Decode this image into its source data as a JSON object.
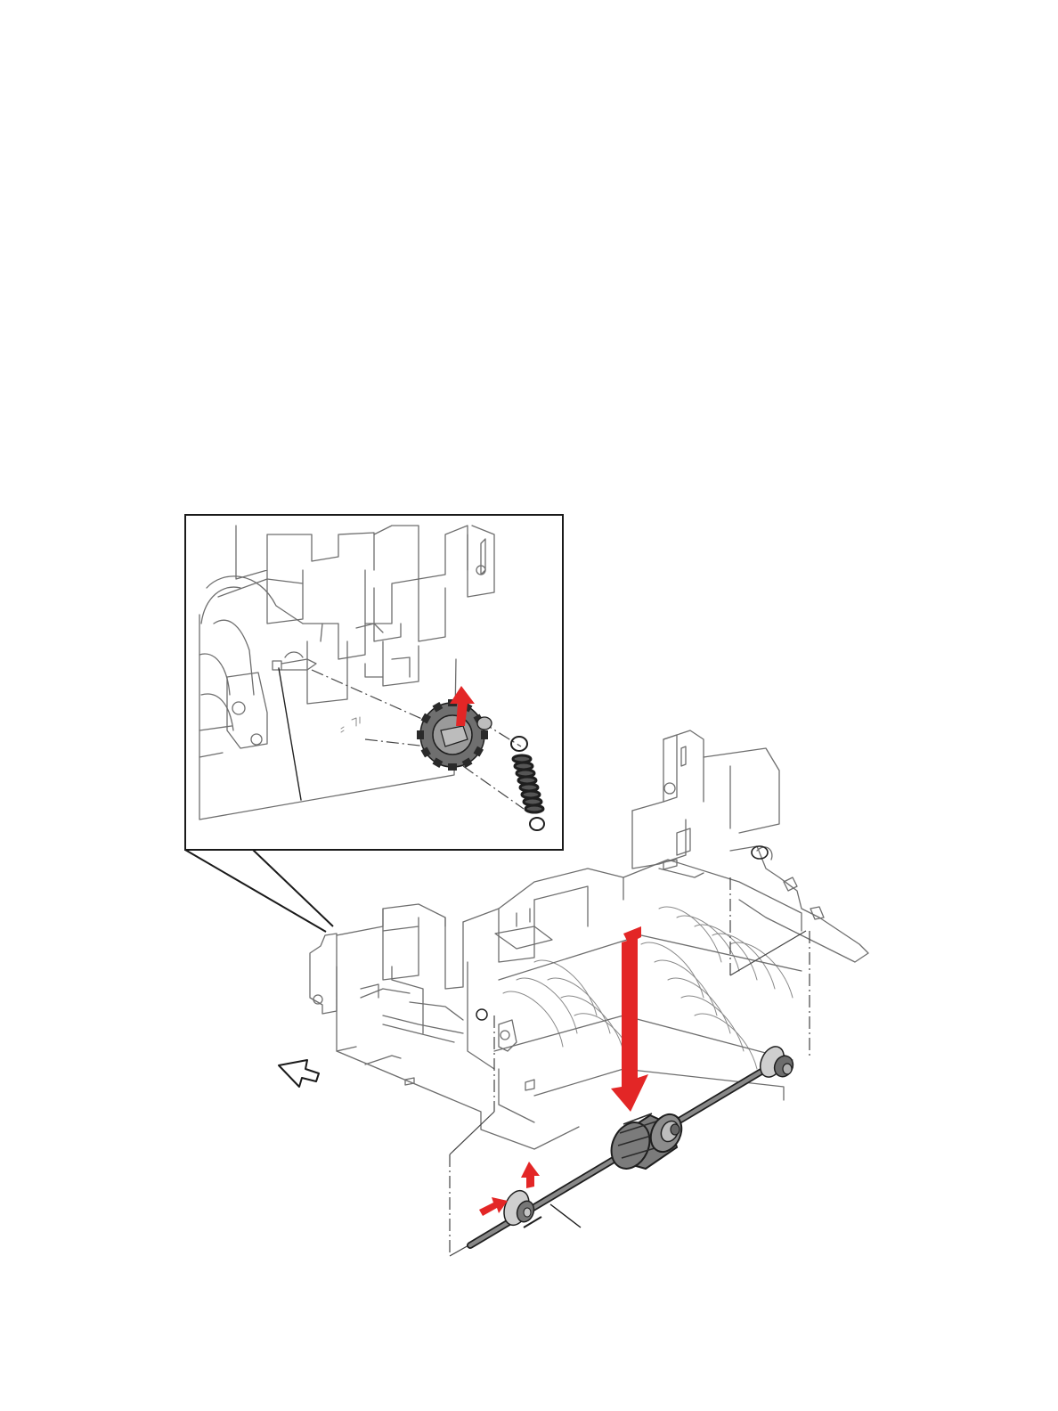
{
  "figure": {
    "inset": {
      "icon": "magnified-detail-view"
    },
    "callouts": {
      "inset_callout": "",
      "shaft_callout": ""
    },
    "arrows": {
      "color": "#e32626",
      "view_direction_icon": "hollow-view-arrow",
      "removal_arrows": [
        "gear-lift-arrow",
        "roller-down-arrow",
        "bearing-slide-arrow",
        "bearing-lift-arrow"
      ]
    },
    "parts": [
      "drive-gear",
      "tension-spring",
      "feed-roller-shaft",
      "feed-roller",
      "bearing",
      "end-collar"
    ]
  }
}
